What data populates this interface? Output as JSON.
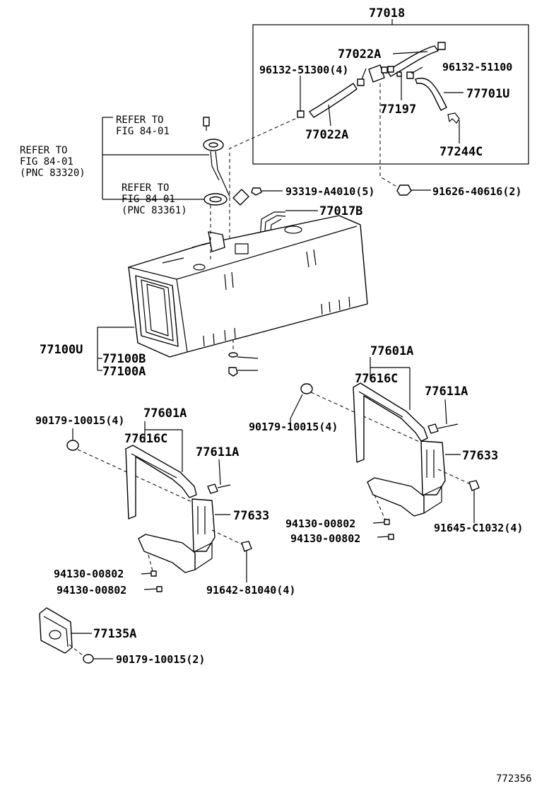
{
  "diagram_id": "772356",
  "callouts": {
    "p77018": "77018",
    "p77022A_top": "77022A",
    "p96132_51300": "96132-51300(4)",
    "p96132_51100": "96132-51100",
    "p77701U": "77701U",
    "p77197": "77197",
    "p77022A_bot": "77022A",
    "p77244C": "77244C",
    "p91626": "91626-40616(2)",
    "p93319": "93319-A4010(5)",
    "p77017B": "77017B",
    "p77100U": "77100U",
    "p77100B": "77100B",
    "p77100A": "77100A",
    "r_601A": "77601A",
    "r_616C": "77616C",
    "r_611A": "77611A",
    "r_90179": "90179-10015(4)",
    "r_633": "77633",
    "r_94130a": "94130-00802",
    "r_94130b": "94130-00802",
    "r_91645": "91645-C1032(4)",
    "l_90179": "90179-10015(4)",
    "l_601A": "77601A",
    "l_616C": "77616C",
    "l_611A": "77611A",
    "l_633": "77633",
    "l_94130a": "94130-00802",
    "l_94130b": "94130-00802",
    "l_91642": "91642-81040(4)",
    "p77135A": "77135A",
    "p90179_2": "90179-10015(2)"
  },
  "references": {
    "ref1_a": "REFER TO",
    "ref1_b": "FIG 84-01",
    "ref2_a": "REFER TO",
    "ref2_b": "FIG  84-01",
    "ref2_c": "(PNC 83320)",
    "ref3_a": "REFER TO",
    "ref3_b": "FIG 84-01",
    "ref3_c": "(PNC 83361)"
  }
}
